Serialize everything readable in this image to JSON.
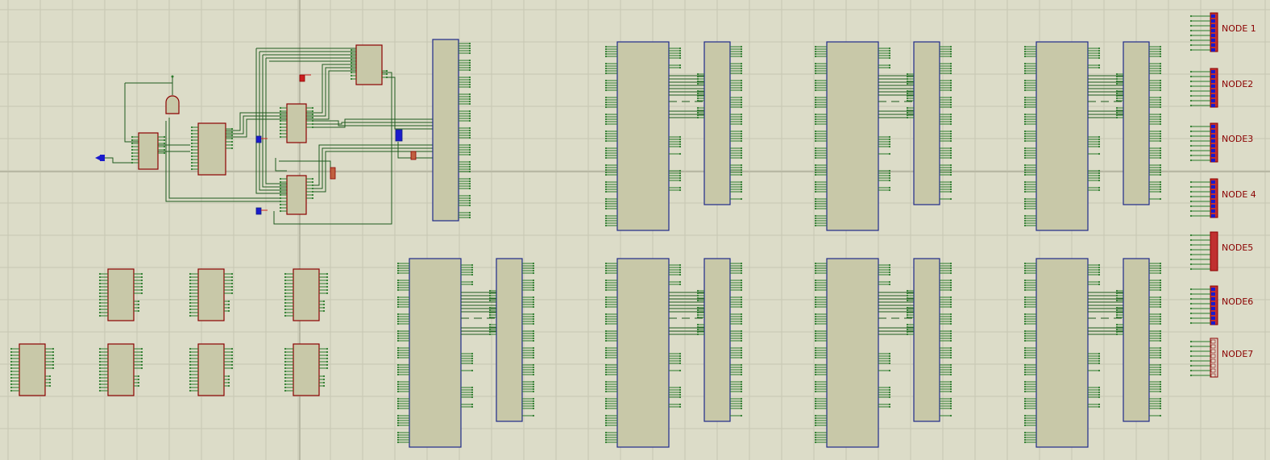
{
  "colors": {
    "background": "#dcdcc8",
    "grid_minor": "#c6c6b2",
    "grid_major": "#b8b8a4",
    "chip_fill": "#c8c8a8",
    "chip_border_red": "#8b0000",
    "chip_border_blue": "#1f2a8a",
    "wire": "#1e5a1e",
    "pin": "#2a7a2a",
    "terminal_blue": "#1a1acc"
  },
  "node_connectors": [
    {
      "label": "NODE 1",
      "style": "blue"
    },
    {
      "label": "NODE2",
      "style": "blue"
    },
    {
      "label": "NODE3",
      "style": "blue"
    },
    {
      "label": "NODE 4",
      "style": "blue"
    },
    {
      "label": "NODE5",
      "style": "red"
    },
    {
      "label": "NODE6",
      "style": "blue"
    },
    {
      "label": "NODE7",
      "style": "open"
    }
  ]
}
